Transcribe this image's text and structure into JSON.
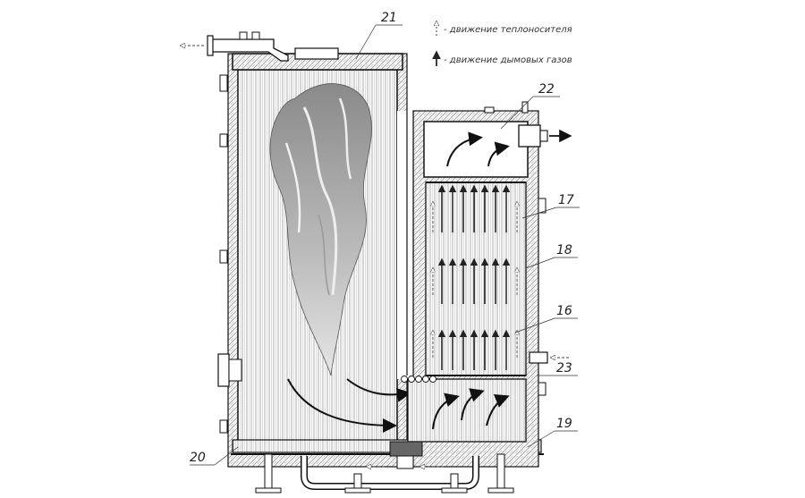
{
  "legend": {
    "coolant": "- движение теплоносителя",
    "flue": "- движение дымовых газов"
  },
  "labels": {
    "l21": "21",
    "l22": "22",
    "l17": "17",
    "l18": "18",
    "l16": "16",
    "l23": "23",
    "l19": "19",
    "l20": "20"
  }
}
